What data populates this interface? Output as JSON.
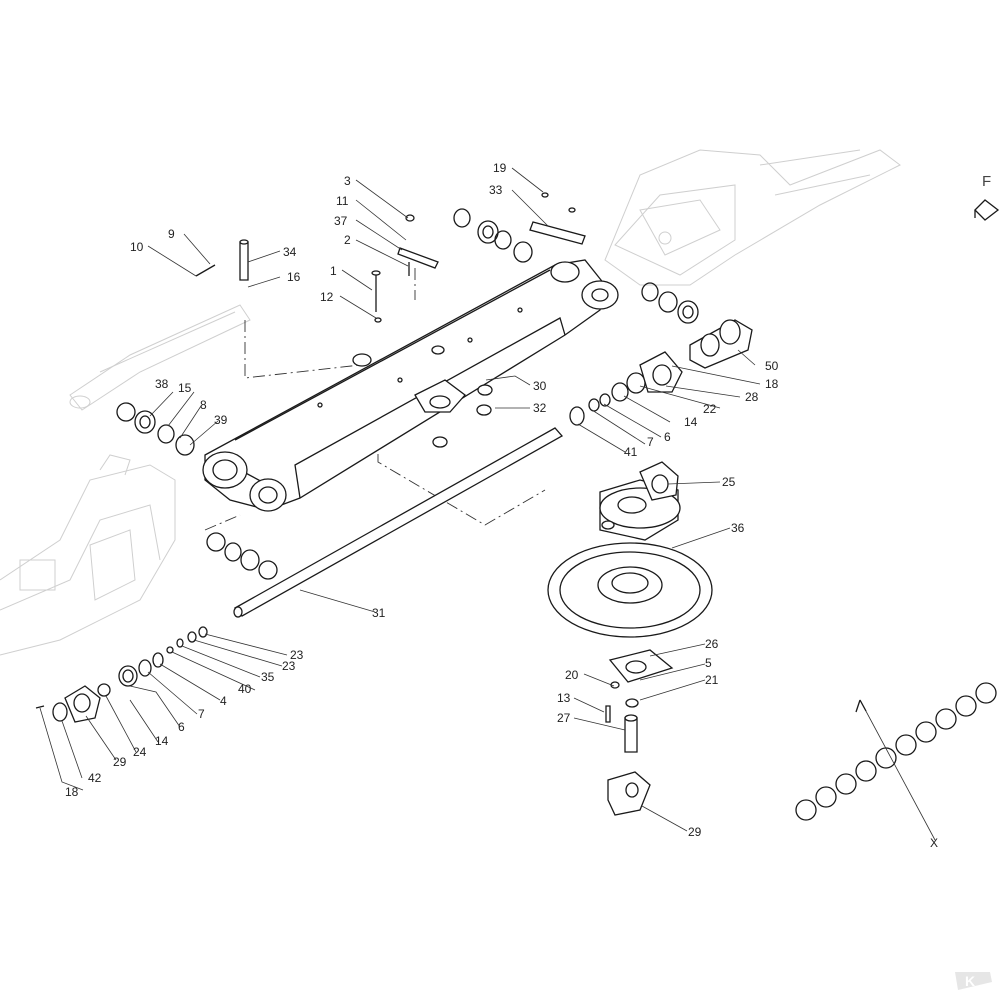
{
  "diagram": {
    "view_letter": "F",
    "axis_letter": "X",
    "brand_mark": "K",
    "labels": {
      "p1": "1",
      "p2": "2",
      "p3": "3",
      "p4": "4",
      "p5": "5",
      "p6a": "6",
      "p6b": "6",
      "p7a": "7",
      "p7b": "7",
      "p8": "8",
      "p9": "9",
      "p10": "10",
      "p11": "11",
      "p12": "12",
      "p13": "13",
      "p14a": "14",
      "p14b": "14",
      "p15": "15",
      "p16": "16",
      "p18a": "18",
      "p18b": "18",
      "p19": "19",
      "p20": "20",
      "p21": "21",
      "p22": "22",
      "p23a": "23",
      "p23b": "23",
      "p24": "24",
      "p25": "25",
      "p26": "26",
      "p27": "27",
      "p28": "28",
      "p29a": "29",
      "p29b": "29",
      "p30": "30",
      "p31": "31",
      "p32": "32",
      "p33": "33",
      "p34": "34",
      "p35": "35",
      "p36": "36",
      "p37": "37",
      "p38": "38",
      "p39": "39",
      "p40": "40",
      "p41": "41",
      "p42": "42",
      "p50": "50"
    }
  }
}
